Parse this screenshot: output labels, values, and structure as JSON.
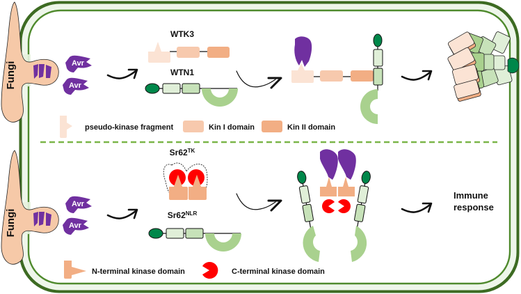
{
  "colors": {
    "cell_wall_dark": "#3d6b22",
    "cell_wall_light": "#eef6ea",
    "membrane": "#4f8a2d",
    "divider": "#7ab648",
    "fungi": "#f6c9a8",
    "avr": "#7030a0",
    "pseudo_kinase": "#fbe3d4",
    "kin1": "#f7c9ad",
    "kin2": "#f2ae84",
    "nlr_cc": "#00874a",
    "nlr_nbd1": "#e0efd8",
    "nlr_nbd2": "#c7e2b9",
    "nlr_lrr": "#a9d18e",
    "c_kinase": "#ff0000",
    "n_kinase": "#f2ae84"
  },
  "top_panel": {
    "fungi_label": "Fungi",
    "avr_labels": [
      "Avr",
      "Avr"
    ],
    "protein_1": "WTK3",
    "protein_2": "WTN1",
    "legend": [
      {
        "icon": "pseudo-kinase-fragment-icon",
        "label": "pseudo-kinase fragment"
      },
      {
        "icon": "kin-i-domain-icon",
        "label": "Kin I domain"
      },
      {
        "icon": "kin-ii-domain-icon",
        "label": "Kin II domain"
      }
    ]
  },
  "bottom_panel": {
    "fungi_label": "Fungi",
    "avr_labels": [
      "Avr",
      "Avr"
    ],
    "protein_1_base": "Sr62",
    "protein_1_sup": "TK",
    "protein_2_base": "Sr62",
    "protein_2_sup": "NLR",
    "outcome_line1": "Immune",
    "outcome_line2": "response",
    "legend": [
      {
        "icon": "n-terminal-kinase-domain-icon",
        "label": "N-terminal kinase domain"
      },
      {
        "icon": "c-terminal-kinase-domain-icon",
        "label": "C-terminal kinase domain"
      }
    ]
  }
}
